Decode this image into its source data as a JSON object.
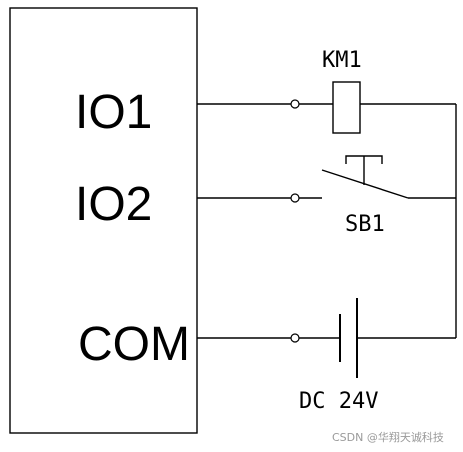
{
  "terminals": {
    "io1": "IO1",
    "io2": "IO2",
    "com": "COM"
  },
  "components": {
    "relay_coil": "KM1",
    "push_button": "SB1",
    "power_supply": "DC 24V"
  },
  "watermark": "CSDN @华翔天诚科技"
}
